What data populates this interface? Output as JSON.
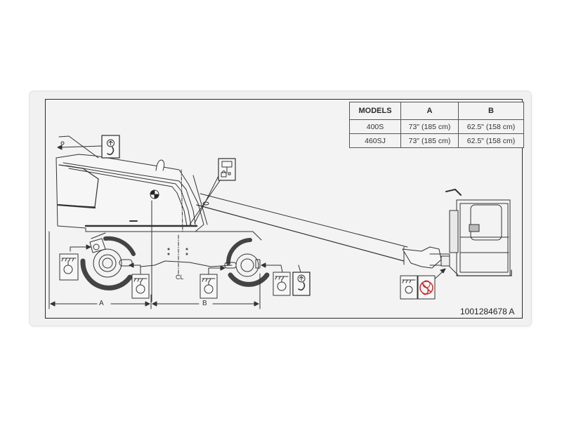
{
  "label": {
    "part_number": "1001284678 A",
    "colors": {
      "decal": "#f1f1f1",
      "ink": "#2a2a2a",
      "warning_red": "#c8282c"
    }
  },
  "models_table": {
    "headers": [
      "MODELS",
      "A",
      "B"
    ],
    "rows": [
      [
        "400S",
        "73\" (185 cm)",
        "62.5\" (158 cm)"
      ],
      [
        "460SJ",
        "73\" (185 cm)",
        "62.5\" (158 cm)"
      ]
    ]
  },
  "dimensions": {
    "a_label": "A",
    "b_label": "B",
    "centerline_label": "C̲L"
  },
  "icons": [
    "lift-point-hook-icon",
    "boom-lock-icon",
    "tie-down-icon",
    "no-lift-prohibited-icon"
  ]
}
